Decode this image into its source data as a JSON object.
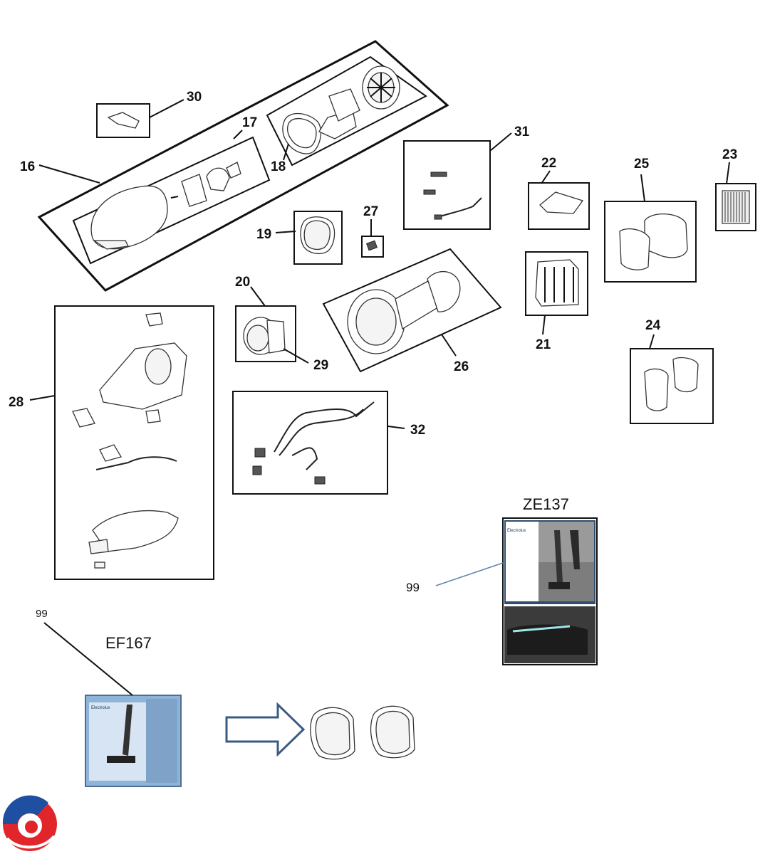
{
  "callouts": {
    "c16": "16",
    "c17": "17",
    "c18": "18",
    "c19": "19",
    "c20": "20",
    "c21": "21",
    "c22": "22",
    "c23": "23",
    "c24": "24",
    "c25": "25",
    "c26": "26",
    "c27": "27",
    "c28": "28",
    "c29": "29",
    "c30": "30",
    "c31": "31",
    "c32": "32",
    "c99a": "99",
    "c99b": "99"
  },
  "kits": {
    "ze137": "ZE137",
    "ef167": "EF167"
  },
  "packaging": {
    "brand": "Electrolux"
  },
  "icons": {
    "arrow": "right-outline-arrow-icon",
    "logo": "circular-swirl-logo-icon"
  },
  "colors": {
    "arrow": "#3a5a85",
    "logo_red": "#e0262b",
    "logo_blue": "#1f4fa0",
    "package_blue": "#8fb4d9"
  }
}
